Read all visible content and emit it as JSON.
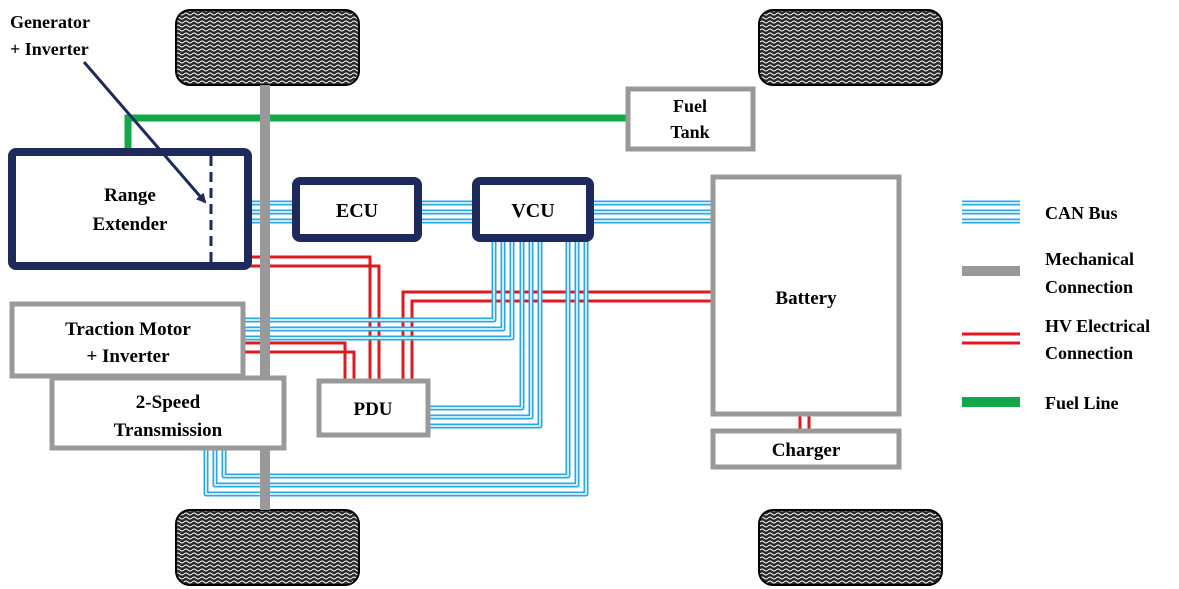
{
  "labels": {
    "generator_inverter": [
      "Generator",
      "+ Inverter"
    ],
    "fuel_tank": [
      "Fuel",
      "Tank"
    ],
    "range_extender": [
      "Range",
      "Extender"
    ],
    "ecu": "ECU",
    "vcu": "VCU",
    "battery": "Battery",
    "traction_motor": [
      "Traction Motor",
      "+ Inverter"
    ],
    "transmission": [
      "2-Speed",
      "Transmission"
    ],
    "pdu": "PDU",
    "charger": "Charger"
  },
  "legend": {
    "can_bus": "CAN Bus",
    "mechanical": [
      "Mechanical",
      "Connection"
    ],
    "hv_electrical": [
      "HV Electrical",
      "Connection"
    ],
    "fuel_line": "Fuel Line"
  },
  "colors": {
    "navy": "#1f2a5c",
    "gray": "#999999",
    "can_blue": "#29a8e6",
    "hv_red": "#e0191e",
    "fuel_green": "#12a84a",
    "tire": "#2b2b2b"
  }
}
